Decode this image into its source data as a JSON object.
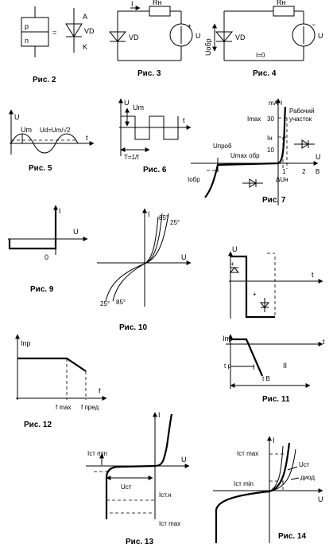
{
  "captions": {
    "fig2": "Рис. 2",
    "fig3": "Рис. 3",
    "fig4": "Рис. 4",
    "fig5": "Рис. 5",
    "fig6": "Рис. 6",
    "fig7": "Рис. 7",
    "fig9": "Рис. 9",
    "fig10": "Рис. 10",
    "fig11": "Рис. 11",
    "fig12": "Рис. 12",
    "fig13": "Рис. 13",
    "fig14": "Рис. 14"
  },
  "fig2": {
    "p": "p",
    "n": "n",
    "eq": "=",
    "A": "A",
    "VD": "VD",
    "K": "K"
  },
  "fig3": {
    "I": "I",
    "Rn": "Rн",
    "VD": "VD",
    "U": "U",
    "plus": "+"
  },
  "fig4": {
    "Rn": "Rн",
    "Uobr": "Uобр",
    "VD": "VD",
    "U": "U",
    "I0": "I=0",
    "minus": "−"
  },
  "fig5": {
    "U": "U",
    "Um": "Um",
    "Ud": "Ud=Um/√2",
    "t": "t"
  },
  "fig6": {
    "U": "U",
    "Um": "Um",
    "t": "t",
    "T": "T=1/f"
  },
  "fig7": {
    "mA": "mA",
    "I": "I",
    "Imax": "Imax",
    "v30": "30",
    "In": "Iн",
    "v10": "10",
    "work1": "Рабочий",
    "work2": "участок",
    "Uprob": "Uпроб",
    "Umaxobr": "Umax обр",
    "Iobr": "Iобр",
    "U": "U",
    "one": "1",
    "two": "2",
    "B": "В",
    "dUn": "ΔUн"
  },
  "fig9": {
    "I": "I",
    "U": "U",
    "zero": "0"
  },
  "fig10": {
    "I": "I",
    "U": "U",
    "t85a": "85°",
    "t25a": "25°",
    "t25b": "25°",
    "t85b": "85°"
  },
  "fig11": {
    "U": "U",
    "t1": "t",
    "Inp": "Inp",
    "t2": "t",
    "tp": "t p",
    "rI": "I",
    "rII": "II",
    "tB": "t B"
  },
  "fig12": {
    "Inp": "Inp",
    "f": "f",
    "fmax": "f max",
    "fpred": "f пред"
  },
  "fig13": {
    "I": "I",
    "Istmin": "Iст min",
    "U": "U",
    "Ust": "Uст",
    "Istn": "Iст.н",
    "Istmax": "Iст max"
  },
  "fig14": {
    "I": "I",
    "Istmax": "Iст max",
    "Ust": "Uст",
    "diod": "диод",
    "Istmin": "Iст min",
    "U": "U"
  }
}
